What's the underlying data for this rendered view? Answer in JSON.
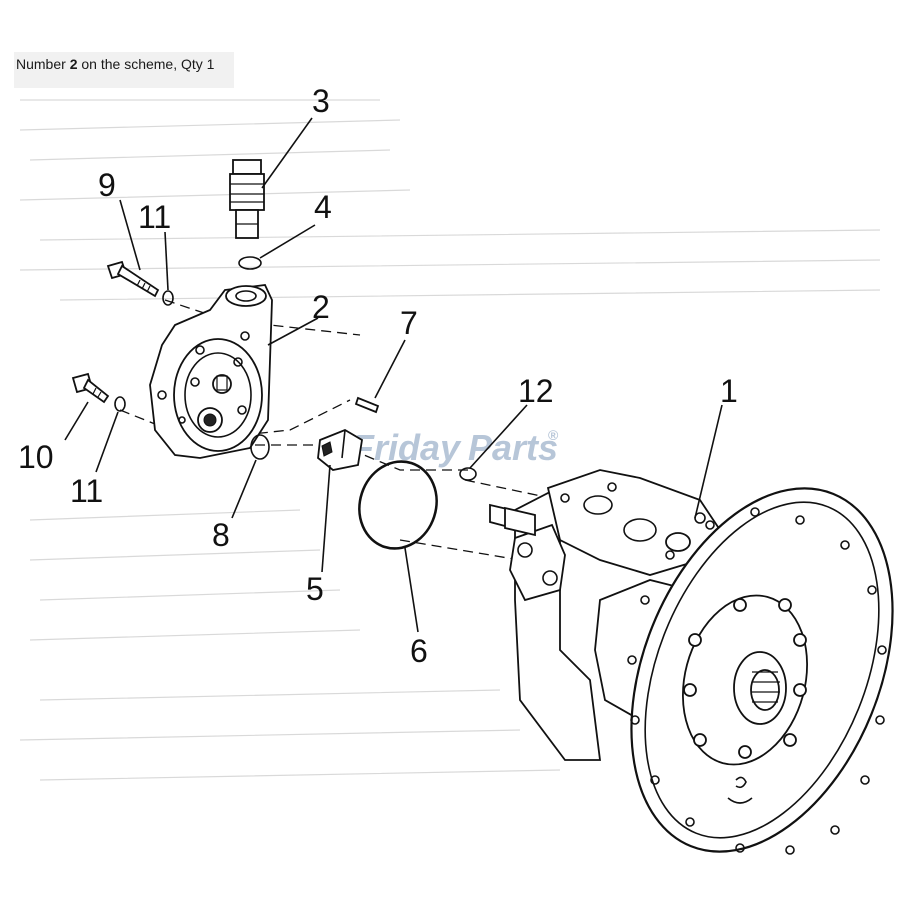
{
  "caption": {
    "prefix": "Number ",
    "number": "2",
    "suffix": " on the scheme, Qty 1"
  },
  "watermark": {
    "brand_first": "Friday",
    "brand_second": "Parts",
    "mark": "®"
  },
  "callouts": [
    {
      "id": "1",
      "label": "1"
    },
    {
      "id": "2",
      "label": "2"
    },
    {
      "id": "3",
      "label": "3"
    },
    {
      "id": "4",
      "label": "4"
    },
    {
      "id": "5",
      "label": "5"
    },
    {
      "id": "6",
      "label": "6"
    },
    {
      "id": "7",
      "label": "7"
    },
    {
      "id": "8",
      "label": "8"
    },
    {
      "id": "9",
      "label": "9"
    },
    {
      "id": "10",
      "label": "10"
    },
    {
      "id": "11a",
      "label": "11"
    },
    {
      "id": "11b",
      "label": "11"
    },
    {
      "id": "12",
      "label": "12"
    }
  ]
}
